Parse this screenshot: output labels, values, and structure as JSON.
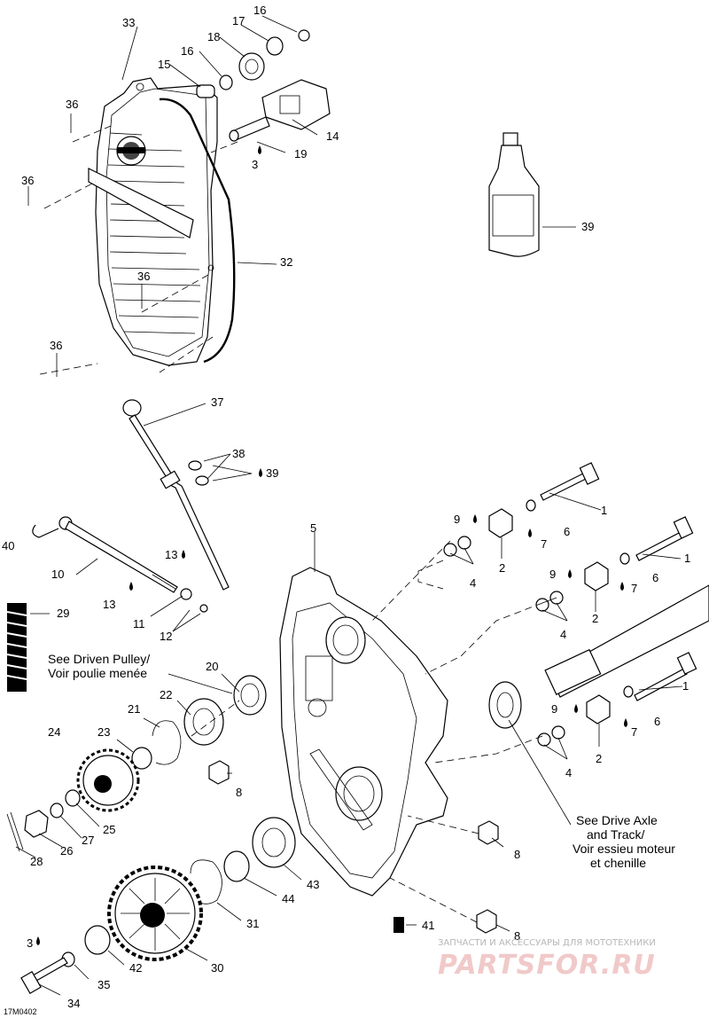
{
  "diagram": {
    "figure_code": "17M0402",
    "callouts": [
      {
        "id": "c33",
        "text": "33"
      },
      {
        "id": "c16a",
        "text": "16"
      },
      {
        "id": "c17",
        "text": "17"
      },
      {
        "id": "c18",
        "text": "18"
      },
      {
        "id": "c16b",
        "text": "16"
      },
      {
        "id": "c15",
        "text": "15"
      },
      {
        "id": "c14",
        "text": "14"
      },
      {
        "id": "c19",
        "text": "19"
      },
      {
        "id": "c3a",
        "text": "3"
      },
      {
        "id": "c36a",
        "text": "36"
      },
      {
        "id": "c36b",
        "text": "36"
      },
      {
        "id": "c32",
        "text": "32"
      },
      {
        "id": "c36c",
        "text": "36"
      },
      {
        "id": "c36d",
        "text": "36"
      },
      {
        "id": "c39a",
        "text": "39"
      },
      {
        "id": "c37",
        "text": "37"
      },
      {
        "id": "c38",
        "text": "38"
      },
      {
        "id": "c39b",
        "text": "39"
      },
      {
        "id": "c1a",
        "text": "1"
      },
      {
        "id": "c9a",
        "text": "9"
      },
      {
        "id": "c6a",
        "text": "6"
      },
      {
        "id": "c7a",
        "text": "7"
      },
      {
        "id": "c2a",
        "text": "2"
      },
      {
        "id": "c4a",
        "text": "4"
      },
      {
        "id": "c1b",
        "text": "1"
      },
      {
        "id": "c9b",
        "text": "9"
      },
      {
        "id": "c6b",
        "text": "6"
      },
      {
        "id": "c7b",
        "text": "7"
      },
      {
        "id": "c2b",
        "text": "2"
      },
      {
        "id": "c4b",
        "text": "4"
      },
      {
        "id": "c5",
        "text": "5"
      },
      {
        "id": "c40",
        "text": "40"
      },
      {
        "id": "c10",
        "text": "10"
      },
      {
        "id": "c13a",
        "text": "13"
      },
      {
        "id": "c13b",
        "text": "13"
      },
      {
        "id": "c11",
        "text": "11"
      },
      {
        "id": "c12",
        "text": "12"
      },
      {
        "id": "c29",
        "text": "29"
      },
      {
        "id": "c20",
        "text": "20"
      },
      {
        "id": "c22",
        "text": "22"
      },
      {
        "id": "c21",
        "text": "21"
      },
      {
        "id": "c23",
        "text": "23"
      },
      {
        "id": "c24",
        "text": "24"
      },
      {
        "id": "c8a",
        "text": "8"
      },
      {
        "id": "c1c",
        "text": "1"
      },
      {
        "id": "c9c",
        "text": "9"
      },
      {
        "id": "c6c",
        "text": "6"
      },
      {
        "id": "c7c",
        "text": "7"
      },
      {
        "id": "c2c",
        "text": "2"
      },
      {
        "id": "c4c",
        "text": "4"
      },
      {
        "id": "c25",
        "text": "25"
      },
      {
        "id": "c27",
        "text": "27"
      },
      {
        "id": "c26",
        "text": "26"
      },
      {
        "id": "c28",
        "text": "28"
      },
      {
        "id": "c8b",
        "text": "8"
      },
      {
        "id": "c43",
        "text": "43"
      },
      {
        "id": "c44",
        "text": "44"
      },
      {
        "id": "c31",
        "text": "31"
      },
      {
        "id": "c41",
        "text": "41"
      },
      {
        "id": "c8c",
        "text": "8"
      },
      {
        "id": "c3b",
        "text": "3"
      },
      {
        "id": "c42",
        "text": "42"
      },
      {
        "id": "c30",
        "text": "30"
      },
      {
        "id": "c35",
        "text": "35"
      },
      {
        "id": "c34",
        "text": "34"
      }
    ],
    "notes": {
      "driven_pulley": [
        "See Driven Pulley/",
        "Voir poulie menée"
      ],
      "drive_axle": [
        "See Drive Axle",
        "and Track/",
        "Voir essieu moteur",
        "et chenille"
      ]
    },
    "watermark": {
      "line1": "ЗАПЧАСТИ И АКСЕССУАРЫ ДЛЯ МОТОТЕХНИКИ",
      "line2": "PARTSFOR.RU"
    }
  },
  "colors": {
    "ink": "#000000",
    "background": "#ffffff",
    "watermark": "#e6a0a0"
  }
}
